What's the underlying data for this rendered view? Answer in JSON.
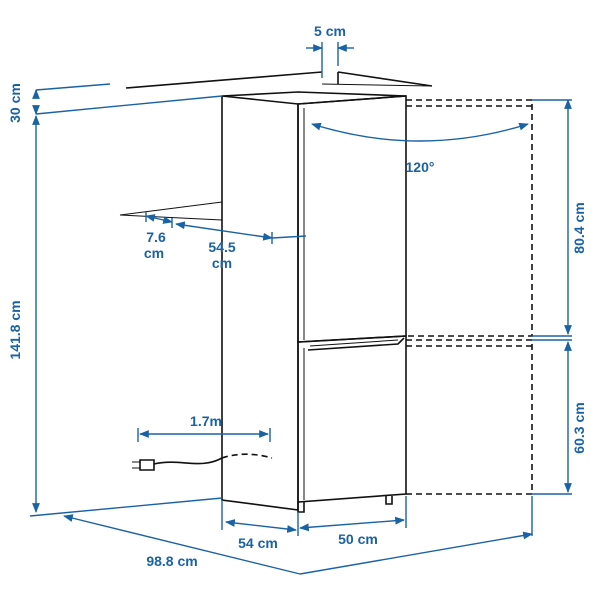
{
  "diagram": {
    "colors": {
      "dimension": "#1a62a6",
      "outline": "#111111",
      "background": "#ffffff"
    },
    "labels": {
      "top_gap": "5 cm",
      "clearance": "30 cm",
      "total_height": "141.8 cm",
      "back_offset_1": "7.6",
      "back_offset_1_unit": "cm",
      "back_offset_2": "54.5",
      "back_offset_2_unit": "cm",
      "door_angle": "120°",
      "upper_door_height": "80.4 cm",
      "lower_door_height": "60.3 cm",
      "cord_length": "1.7m",
      "depth": "54 cm",
      "width": "50 cm",
      "depth_door_open": "98.8 cm"
    }
  }
}
